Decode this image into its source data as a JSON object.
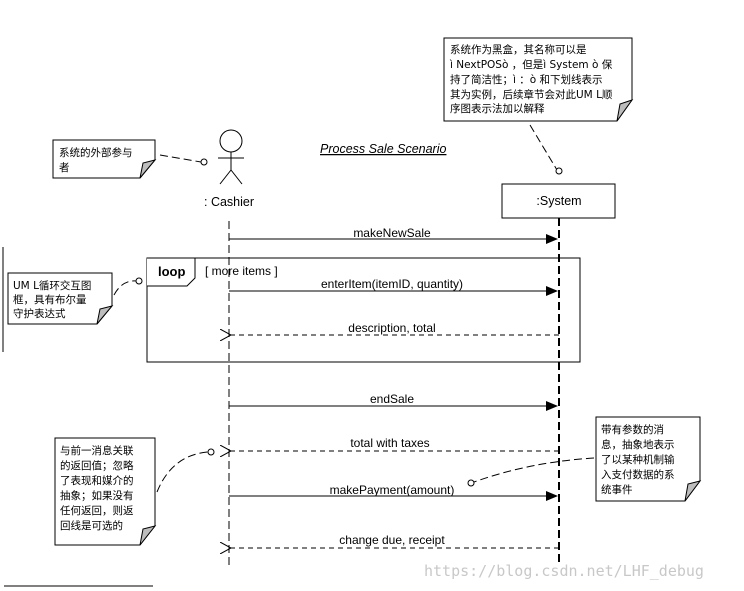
{
  "title": "Process Sale Scenario",
  "actor": {
    "label": ": Cashier"
  },
  "system": {
    "label": ":System"
  },
  "loop": {
    "tag": "loop",
    "guard": "[ more items ]"
  },
  "messages": [
    {
      "label": "makeNewSale",
      "kind": "call"
    },
    {
      "label": "enterItem(itemID, quantity)",
      "kind": "call"
    },
    {
      "label": "description, total",
      "kind": "return"
    },
    {
      "label": "endSale",
      "kind": "call"
    },
    {
      "label": "total with taxes",
      "kind": "return"
    },
    {
      "label": "makePayment(amount)",
      "kind": "call"
    },
    {
      "label": "change due, receipt",
      "kind": "return"
    }
  ],
  "notes": {
    "system_note": [
      "系统作为黑盒，其名称可以是",
      "ì NextPOSò ，但是ì System ò 保",
      "持了简洁性；ì ：ò 和下划线表示",
      "其为实例，后续章节会对此UM L顺",
      "序图表示法加以解释"
    ],
    "actor_note": [
      "系统的外部参与",
      "者"
    ],
    "loop_note": [
      "UM L循环交互图",
      "框，具有布尔量",
      "守护表达式"
    ],
    "return_note": [
      "与前一消息关联",
      "的返回值；忽略",
      "了表现和媒介的",
      "抽象；如果没有",
      "任何返回，则返",
      "回线是可选的"
    ],
    "param_note": [
      "带有参数的消",
      "息，抽象地表示",
      "了以某种机制输",
      "入支付数据的系",
      "统事件"
    ]
  },
  "watermark": "https://blog.csdn.net/LHF_debug"
}
